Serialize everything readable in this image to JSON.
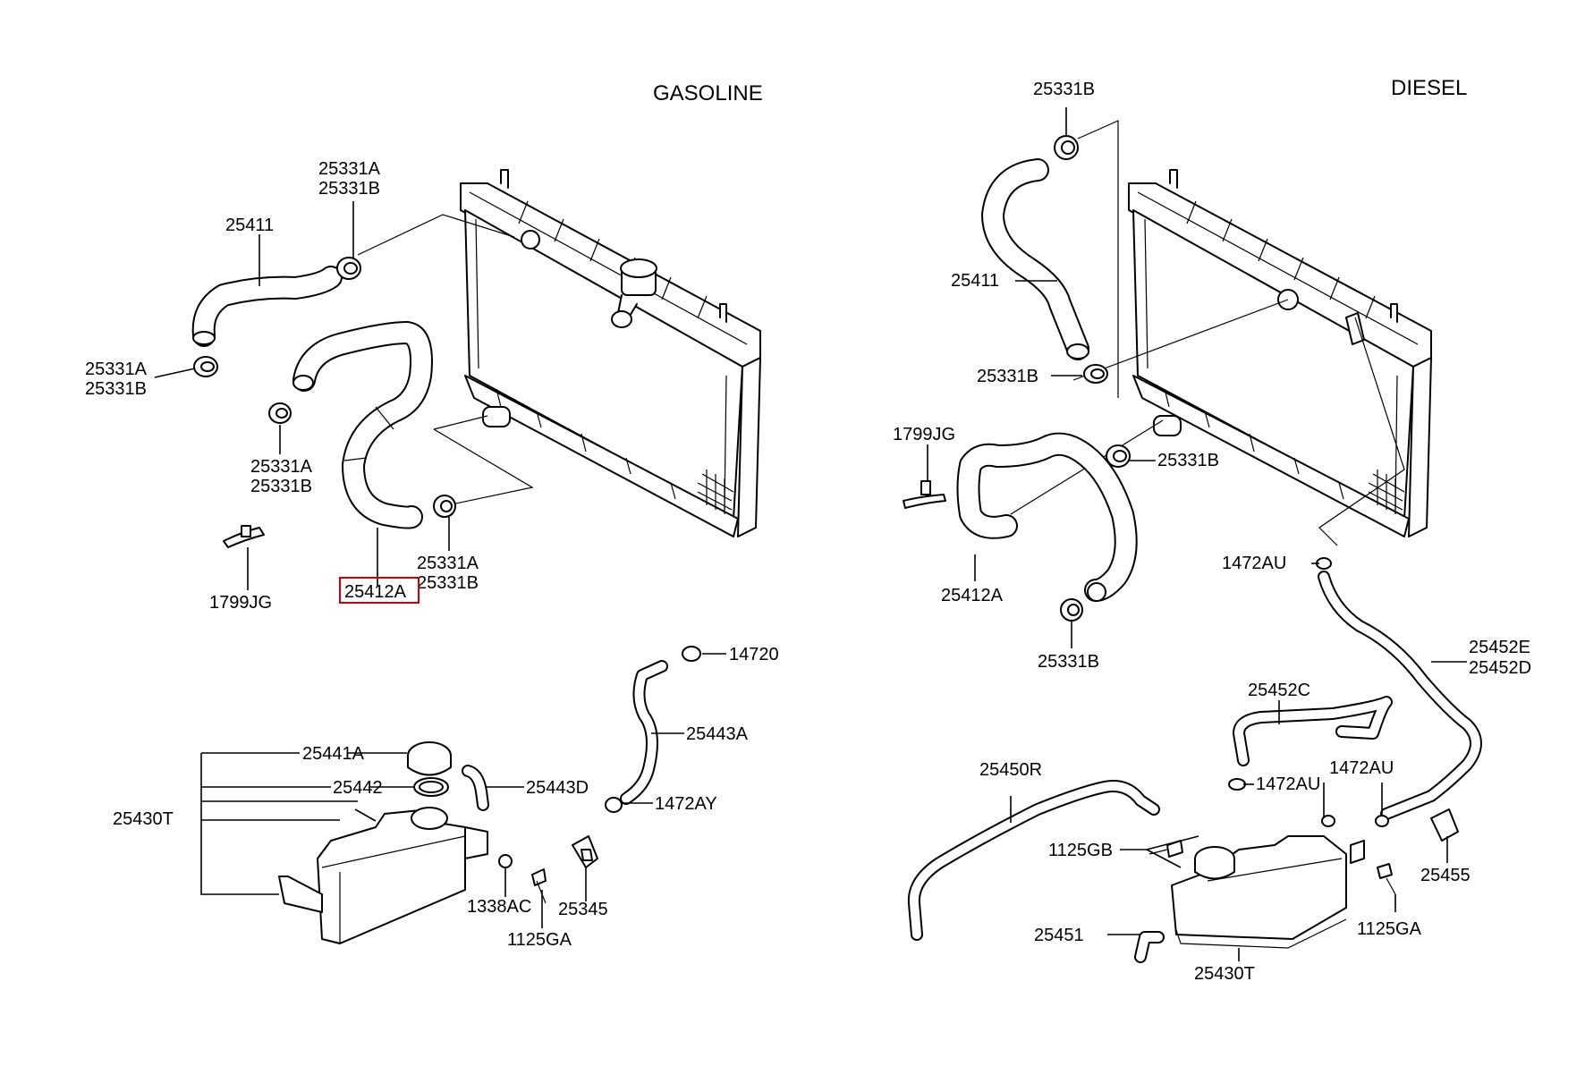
{
  "sections": {
    "gasoline": "GASOLINE",
    "diesel": "DIESEL"
  },
  "highlight_color": "#d40000",
  "gasoline": {
    "p25411": "25411",
    "p25331A_top": "25331A",
    "p25331B_top": "25331B",
    "p25331A_left": "25331A",
    "p25331B_left": "25331B",
    "p25331A_mid": "25331A",
    "p25331B_mid": "25331B",
    "p25331A_bot": "25331A",
    "p25331B_bot": "25331B",
    "p25412A": "25412A",
    "p1799JG": "1799JG",
    "p14720": "14720",
    "p25443A": "25443A",
    "p25441A": "25441A",
    "p25442": "25442",
    "p25443D": "25443D",
    "p25430T": "25430T",
    "p1472AY": "1472AY",
    "p1338AC": "1338AC",
    "p25345": "25345",
    "p1125GA": "1125GA"
  },
  "diesel": {
    "p25331B_top": "25331B",
    "p25411": "25411",
    "p25331B_upper": "25331B",
    "p1799JG": "1799JG",
    "p25331B_right": "25331B",
    "p1472AU_a": "1472AU",
    "p25412A": "25412A",
    "p25331B_bot": "25331B",
    "p25452E": "25452E",
    "p25452D": "25452D",
    "p25452C": "25452C",
    "p25450R": "25450R",
    "p1472AU_b": "1472AU",
    "p1472AU_c": "1472AU",
    "p1125GB": "1125GB",
    "p25455": "25455",
    "p1125GA": "1125GA",
    "p25451": "25451",
    "p25430T": "25430T"
  }
}
